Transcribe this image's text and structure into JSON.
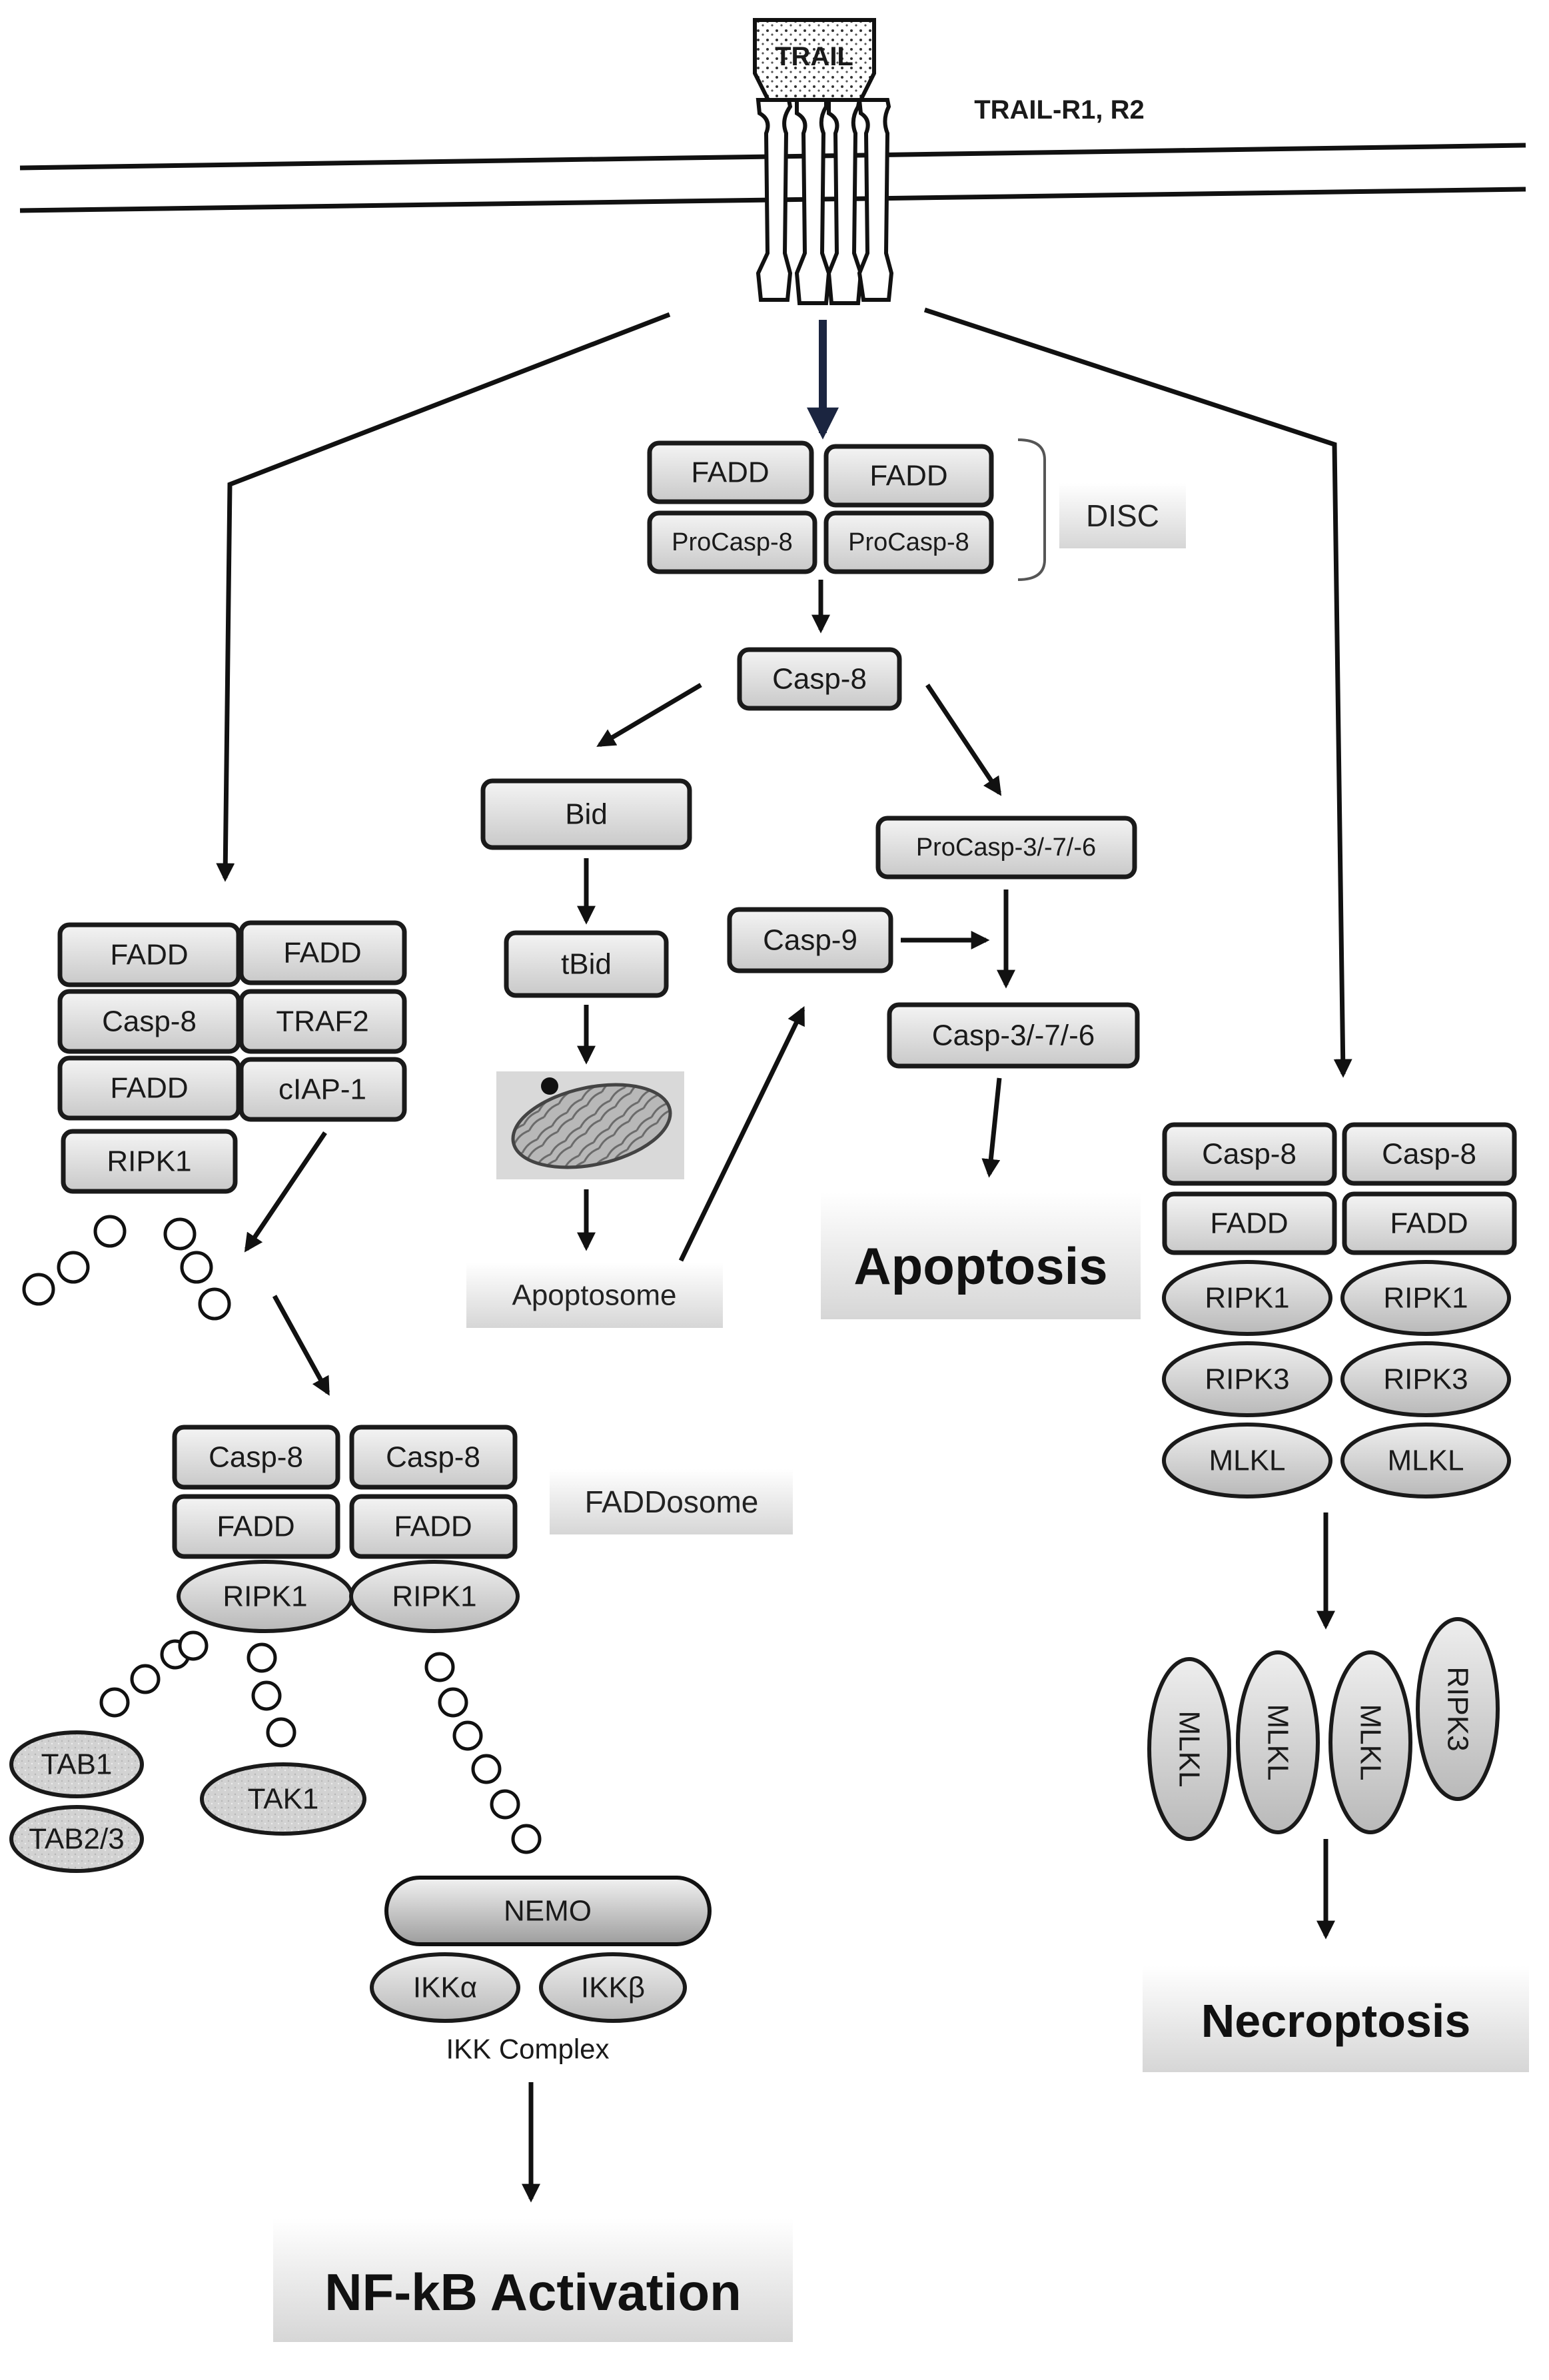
{
  "ligand": {
    "name": "TRAIL"
  },
  "receptor": {
    "label": "TRAIL-R1, R2"
  },
  "disc": {
    "label": "DISC",
    "fadd_left": "FADD",
    "fadd_right": "FADD",
    "procasp_left": "ProCasp-8",
    "procasp_right": "ProCasp-8"
  },
  "apoptosis_branch": {
    "casp8": "Casp-8",
    "bid": "Bid",
    "tbid": "tBid",
    "apoptosome": "Apoptosome",
    "procasp376": "ProCasp-3/-7/-6",
    "casp9": "Casp-9",
    "casp376": "Casp-3/-7/-6",
    "outcome": "Apoptosis"
  },
  "left_complex": {
    "col1": [
      "FADD",
      "Casp-8",
      "FADD",
      "RIPK1"
    ],
    "col2": [
      "FADD",
      "TRAF2",
      "cIAP-1"
    ]
  },
  "faddosome": {
    "label": "FADDosome",
    "casp8_left": "Casp-8",
    "casp8_right": "Casp-8",
    "fadd_left": "FADD",
    "fadd_right": "FADD",
    "ripk1_left": "RIPK1",
    "ripk1_right": "RIPK1"
  },
  "tab_tak": {
    "tab1": "TAB1",
    "tab23": "TAB2/3",
    "tak1": "TAK1"
  },
  "ikk": {
    "nemo": "NEMO",
    "ikka": "IKKα",
    "ikkb": "IKKβ",
    "label": "IKK Complex"
  },
  "nfkb": {
    "outcome": "NF-kB Activation"
  },
  "necroptosis_branch": {
    "casp8_left": "Casp-8",
    "casp8_right": "Casp-8",
    "fadd_left": "FADD",
    "fadd_right": "FADD",
    "ripk1_left": "RIPK1",
    "ripk1_right": "RIPK1",
    "ripk3_left": "RIPK3",
    "ripk3_right": "RIPK3",
    "mlkl_left": "MLKL",
    "mlkl_right": "MLKL",
    "oligo": [
      "MLKL",
      "MLKL",
      "MLKL",
      "RIPK3"
    ],
    "outcome": "Necroptosis"
  }
}
